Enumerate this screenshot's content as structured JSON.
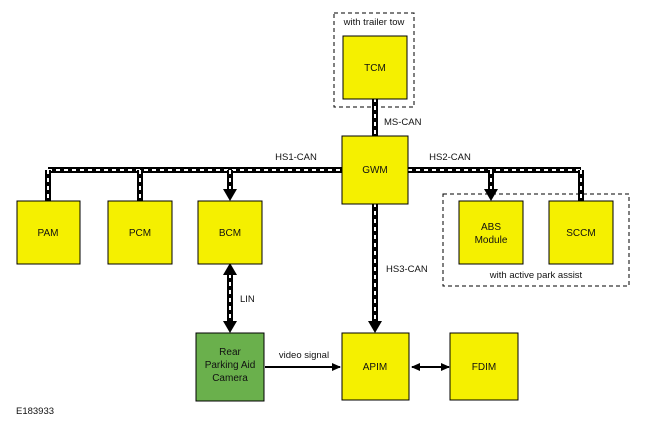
{
  "colors": {
    "module_fill": "#f5f000",
    "camera_fill": "#6ab04c",
    "bus_line": "#000000",
    "bus_dash": "#ffffff"
  },
  "modules": {
    "tcm": "TCM",
    "gwm": "GWM",
    "pam": "PAM",
    "pcm": "PCM",
    "bcm": "BCM",
    "abs_line1": "ABS",
    "abs_line2": "Module",
    "sccm": "SCCM",
    "camera_line1": "Rear",
    "camera_line2": "Parking Aid",
    "camera_line3": "Camera",
    "apim": "APIM",
    "fdim": "FDIM"
  },
  "labels": {
    "trailer_tow": "with trailer tow",
    "ms_can": "MS-CAN",
    "hs1_can": "HS1-CAN",
    "hs2_can": "HS2-CAN",
    "hs3_can": "HS3-CAN",
    "lin": "LIN",
    "video_signal": "video signal",
    "active_park_assist": "with active park assist",
    "figure_id": "E183933"
  }
}
